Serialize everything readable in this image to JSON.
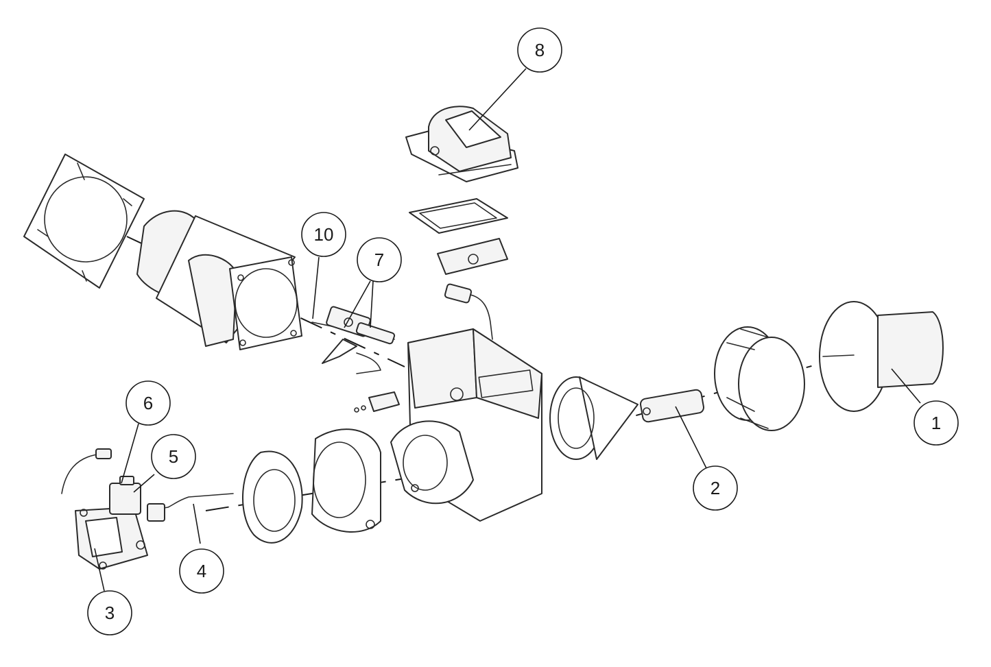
{
  "diagram": {
    "callouts": [
      {
        "id": "1",
        "label": "1"
      },
      {
        "id": "2",
        "label": "2"
      },
      {
        "id": "3",
        "label": "3"
      },
      {
        "id": "4",
        "label": "4"
      },
      {
        "id": "5",
        "label": "5"
      },
      {
        "id": "6",
        "label": "6"
      },
      {
        "id": "7",
        "label": "7"
      },
      {
        "id": "8",
        "label": "8"
      },
      {
        "id": "10",
        "label": "10"
      }
    ],
    "colors": {
      "line": "#2a2a2a",
      "fill": "#f4f4f4",
      "background": "#ffffff"
    }
  }
}
